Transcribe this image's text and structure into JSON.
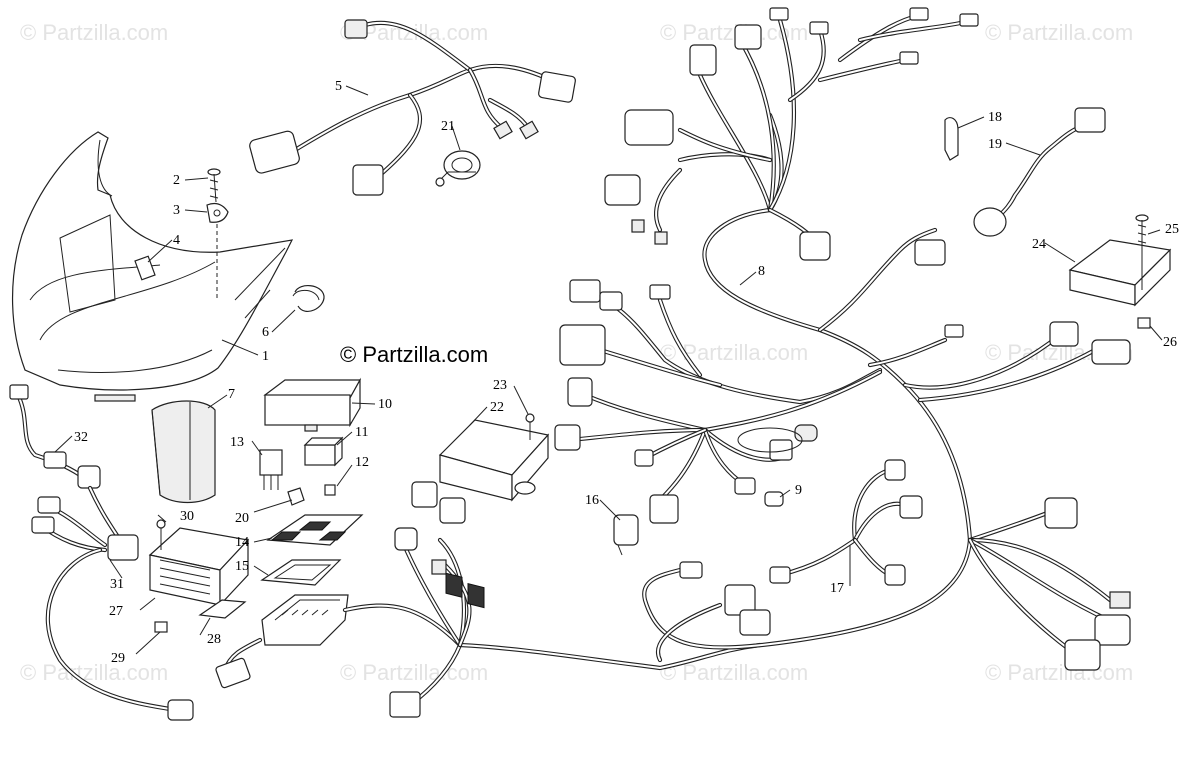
{
  "watermark": {
    "repeat_text": "© Partzilla.com",
    "center_text": "© Partzilla.com"
  },
  "callouts": [
    {
      "id": "1",
      "label": "1"
    },
    {
      "id": "2",
      "label": "2"
    },
    {
      "id": "3",
      "label": "3"
    },
    {
      "id": "4",
      "label": "4"
    },
    {
      "id": "5",
      "label": "5"
    },
    {
      "id": "6",
      "label": "6"
    },
    {
      "id": "7",
      "label": "7"
    },
    {
      "id": "8",
      "label": "8"
    },
    {
      "id": "9",
      "label": "9"
    },
    {
      "id": "10",
      "label": "10"
    },
    {
      "id": "11",
      "label": "11"
    },
    {
      "id": "12",
      "label": "12"
    },
    {
      "id": "13",
      "label": "13"
    },
    {
      "id": "14",
      "label": "14"
    },
    {
      "id": "15",
      "label": "15"
    },
    {
      "id": "16",
      "label": "16"
    },
    {
      "id": "17",
      "label": "17"
    },
    {
      "id": "18",
      "label": "18"
    },
    {
      "id": "19",
      "label": "19"
    },
    {
      "id": "20",
      "label": "20"
    },
    {
      "id": "21",
      "label": "21"
    },
    {
      "id": "22",
      "label": "22"
    },
    {
      "id": "23",
      "label": "23"
    },
    {
      "id": "24",
      "label": "24"
    },
    {
      "id": "25",
      "label": "25"
    },
    {
      "id": "26",
      "label": "26"
    },
    {
      "id": "27",
      "label": "27"
    },
    {
      "id": "28",
      "label": "28"
    },
    {
      "id": "29",
      "label": "29"
    },
    {
      "id": "30",
      "label": "30"
    },
    {
      "id": "31",
      "label": "31"
    },
    {
      "id": "32",
      "label": "32"
    }
  ]
}
